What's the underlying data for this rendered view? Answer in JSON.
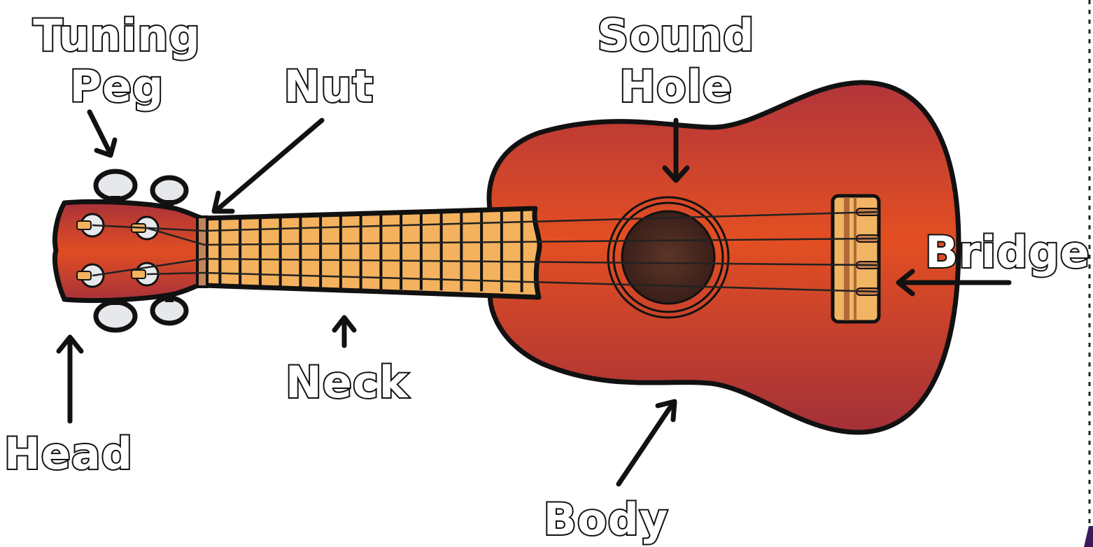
{
  "labels": {
    "tuning_peg_line1": "Tuning",
    "tuning_peg_line2": "Peg",
    "nut": "Nut",
    "sound_hole_line1": "Sound",
    "sound_hole_line2": "Hole",
    "bridge": "Bridge",
    "head": "Head",
    "neck": "Neck",
    "body": "Body"
  },
  "colors": {
    "body_light": "#e34f22",
    "body_dark": "#a33038",
    "fretboard": "#f4b25e",
    "fret_lines": "#111111",
    "sound_hole": "#4a2a22",
    "tuner_peg": "#e6e8ec",
    "bridge": "#f1b463",
    "outline": "#111111"
  },
  "fret_count": 16,
  "string_count": 4
}
